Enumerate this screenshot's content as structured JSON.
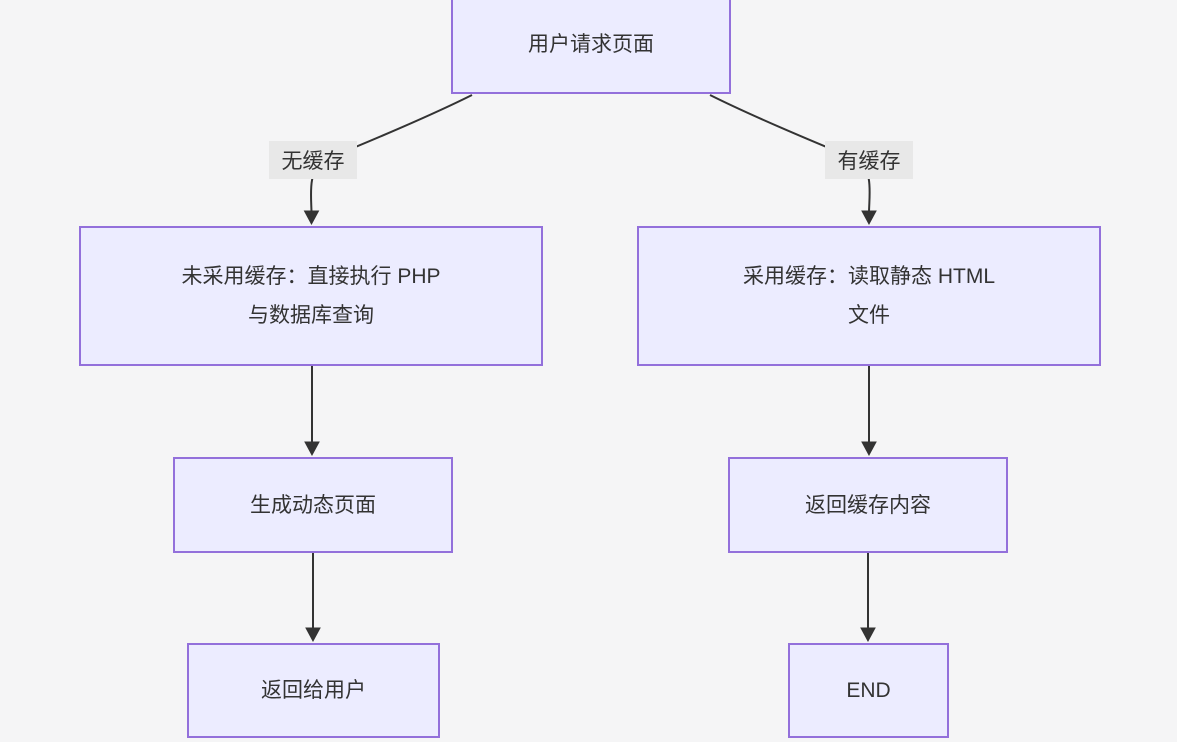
{
  "diagram": {
    "type": "flowchart",
    "direction": "top-down"
  },
  "theme": {
    "canvas_bg": "#f5f5f6",
    "node_fill": "#ececff",
    "node_border": "#9370db",
    "edge_color": "#333333",
    "text_color": "#333333",
    "label_bg": "#e8e8e8"
  },
  "nodes": {
    "start": {
      "label": "用户请求页面"
    },
    "no_cache": {
      "label": "未采用缓存：直接执行 PHP 与数据库查询",
      "lines": [
        "未采用缓存：直接执行 PHP",
        "与数据库查询"
      ]
    },
    "cache": {
      "label": "采用缓存：读取静态 HTML 文件",
      "lines": [
        "采用缓存：读取静态 HTML",
        "文件"
      ]
    },
    "generate": {
      "label": "生成动态页面"
    },
    "return_cache": {
      "label": "返回缓存内容"
    },
    "return_user": {
      "label": "返回给用户"
    },
    "end": {
      "label": "END"
    }
  },
  "edges": [
    {
      "from": "用户请求页面",
      "to": "未采用缓存：直接执行 PHP 与数据库查询",
      "label": "无缓存"
    },
    {
      "from": "用户请求页面",
      "to": "采用缓存：读取静态 HTML 文件",
      "label": "有缓存"
    },
    {
      "from": "未采用缓存：直接执行 PHP 与数据库查询",
      "to": "生成动态页面",
      "label": ""
    },
    {
      "from": "生成动态页面",
      "to": "返回给用户",
      "label": ""
    },
    {
      "from": "采用缓存：读取静态 HTML 文件",
      "to": "返回缓存内容",
      "label": ""
    },
    {
      "from": "返回缓存内容",
      "to": "END",
      "label": ""
    }
  ]
}
